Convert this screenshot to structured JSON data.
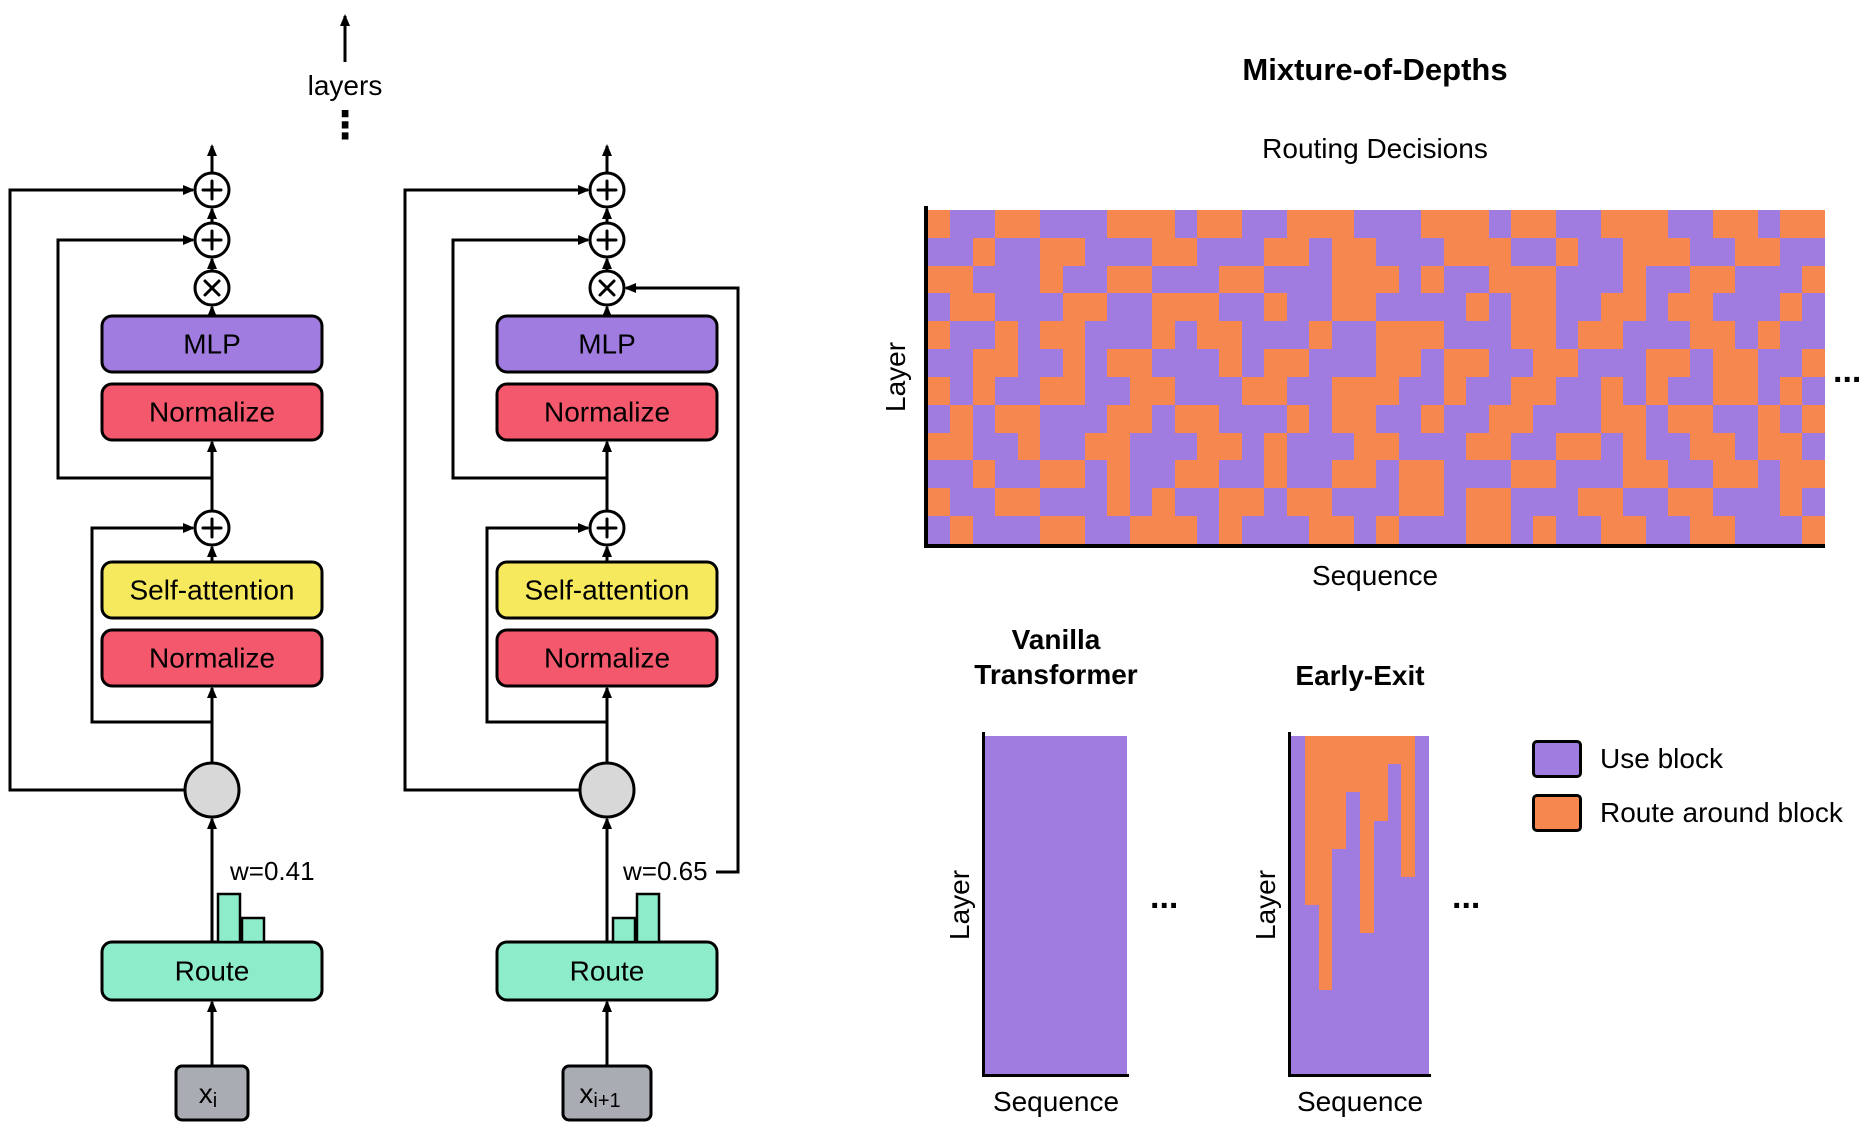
{
  "colors": {
    "purple": "#A07CE0",
    "orange": "#F5874F",
    "red": "#F4586C",
    "yellow": "#F7E95E",
    "mint": "#8DEDCB",
    "gray_box": "#A9ACB2",
    "router_gray": "#D8D8D8"
  },
  "left_diagram": {
    "layers_label": "layers",
    "dots": "⋮",
    "labels": {
      "mlp": "MLP",
      "normalize": "Normalize",
      "self_attention": "Self-attention",
      "route": "Route"
    },
    "col1": {
      "weight": "w=0.41",
      "input_base": "x",
      "input_sub": "i"
    },
    "col2": {
      "weight": "w=0.65",
      "input_base": "x",
      "input_sub": "i+1"
    }
  },
  "right": {
    "mod_panel": {
      "title": "Mixture-of-Depths",
      "subtitle": "Routing Decisions",
      "ylabel": "Layer",
      "xlabel": "Sequence",
      "ellipsis": "...",
      "grid": [
        "OUUOOUUUOOOUOOUUOOOUUUOOOUOOUUOOOUUOOUOO",
        "UUOUUOOUUUOOUUUOOUOOUUUOOOUUOUUOOOUUOOUU",
        "OOUUUOUUOOUUUOOUUUOOOUOUUOOOUUUOUUOOUUUO",
        "UOOUUUOOUUOOOUUOUUOOUUUUOUOOUUOOUOOUUUOU",
        "OUUOUOOUUUOUOOUUUOUUOOOUUUOOUOOUUUOOUOUU",
        "UUOOUUOUOOUUUOUOOUUUOOUOOUUOOUUUOOUOOUUO",
        "OUOUUOOUUOOUUUOOUUOOOUUOUUOOUUOUOUUOOUOU",
        "UOUOOUUUOOUOOUUUOUOOUUOUUOOUUUOOUOOUUOUO",
        "OOUUOUUOOUUUOOUOUUUOOUUUOOUUOOUOUUOOUOOU",
        "UUOUUOOUOUUOOUUOUUOOUOOUUUOOUUUOOUUOOUOO",
        "OUUOOUUUOUOUUOOUOOUUUOOUOOUUUOOUUOOUUUOU",
        "UOUUUOOUUOOOUOUUUOOUOUUUOOUOUUOOUUOOUUUO"
      ]
    },
    "vanilla_panel": {
      "title_line1": "Vanilla",
      "title_line2": "Transformer",
      "ylabel": "Layer",
      "xlabel": "Sequence",
      "ellipsis": "..."
    },
    "early_panel": {
      "title": "Early-Exit",
      "ylabel": "Layer",
      "xlabel": "Sequence",
      "ellipsis": "...",
      "grid": [
        "UOOOOOOOOU",
        "UOOOOOOUOU",
        "UOOOUOOUOU",
        "UOOOUOUUOU",
        "UOOUUOUUOU",
        "UOOUUOUUUU",
        "UUOUUOUUUU",
        "UUOUUUUUUU",
        "UUOUUUUUUU",
        "UUUUUUUUUU",
        "UUUUUUUUUU",
        "UUUUUUUUUU"
      ]
    },
    "legend": {
      "cell_codes": {
        "U": "use",
        "O": "route"
      },
      "items": [
        {
          "label": "Use block"
        },
        {
          "label": "Route around block"
        }
      ]
    }
  }
}
